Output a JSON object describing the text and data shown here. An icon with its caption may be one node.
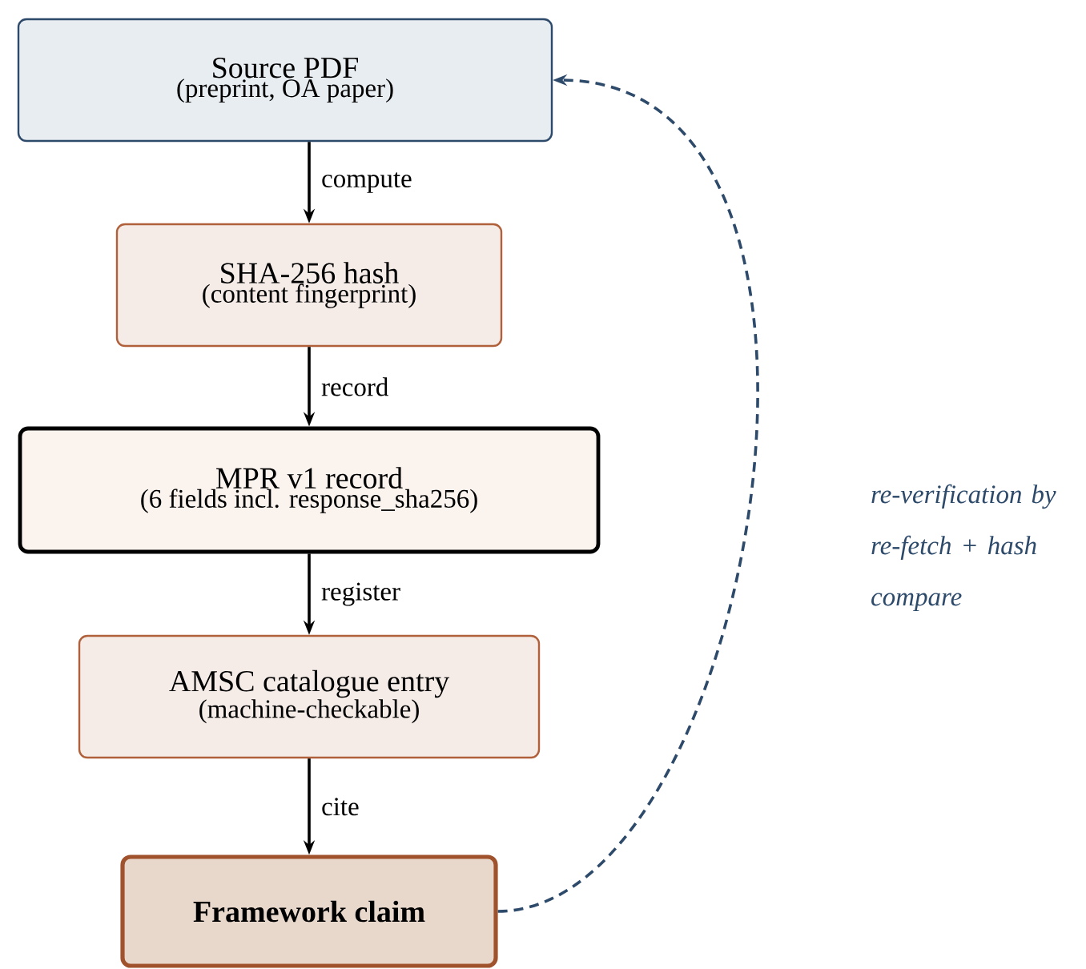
{
  "diagram": {
    "nodes": [
      {
        "text": [
          "Source PDF",
          "(preprint, OA paper)"
        ]
      },
      {
        "text": [
          "SHA-256 hash",
          "(content fingerprint)"
        ]
      },
      {
        "text": [
          "MPR v1 record",
          "(6 fields incl. response_sha256)"
        ]
      },
      {
        "text": [
          "AMSC catalogue entry",
          "(machine-checkable)"
        ]
      },
      {
        "text": [
          "Framework claim"
        ]
      }
    ],
    "edges": [
      {
        "from": 0,
        "to": 1,
        "arrow": "to",
        "label": "compute"
      },
      {
        "from": 1,
        "to": 2,
        "arrow": "to",
        "label": "record"
      },
      {
        "from": 2,
        "to": 3,
        "arrow": "to",
        "label": "register"
      },
      {
        "from": 3,
        "to": 4,
        "arrow": "to",
        "label": "cite"
      },
      {
        "from": 4,
        "to": 0,
        "arrow": "to",
        "label": "re-verification by re-fetch + hash compare",
        "style": "dashed",
        "color": "#2d4a6b"
      }
    ]
  }
}
